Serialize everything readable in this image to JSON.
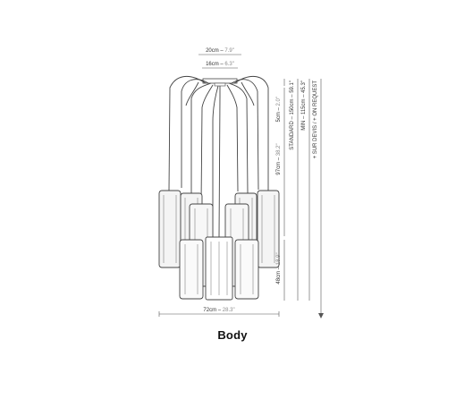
{
  "caption": "Body",
  "dimensions": {
    "canopy_outer_cm": "20cm",
    "canopy_outer_in": "7.9\"",
    "canopy_inner_cm": "16cm",
    "canopy_inner_in": "6.3\"",
    "width_cm": "72cm",
    "width_in": "28.3\"",
    "canopy_height_cm": "5cm",
    "canopy_height_in": "2.0\"",
    "cluster_height_cm": "97cm",
    "cluster_height_in": "38.2\"",
    "shade_height_cm": "48cm",
    "shade_height_in": "18.9\"",
    "cable_standard": "STANDARD – 150cm – 59.1\"",
    "cable_min": "MIN – 115cm – 45.3\"",
    "cable_on_request": "+ SUR DEVIS / + ON REQUEST"
  },
  "colors": {
    "line": "#444444",
    "shade_fill": "#f3f3f3"
  }
}
